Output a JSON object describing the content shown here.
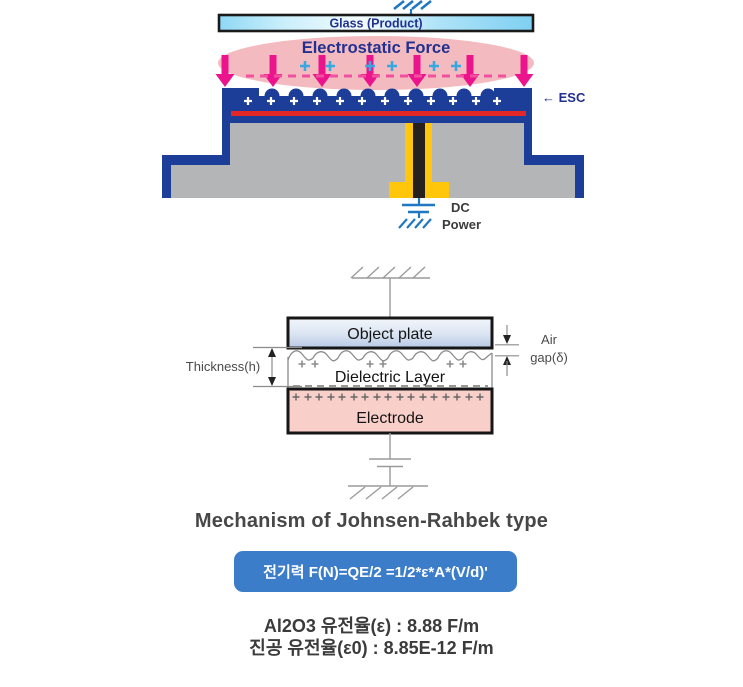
{
  "colors": {
    "esc_blue": "#1c3e99",
    "arrow_magenta": "#ec148c",
    "ellipse_pink": "#f3bbc0",
    "plus_cyan": "#36a9e1",
    "electrode_red_line": "#e32726",
    "base_gray": "#b3b5b7",
    "power_yellow": "#ffc60b",
    "ground_symbol_blue": "#1f78c1",
    "navy_text": "#22308f",
    "formula_box_blue": "#3c7dc9",
    "electrode_pink": "#f9cfc9"
  },
  "top_diagram": {
    "glass_label": "Glass (Product)",
    "force_label": "Electrostatic Force",
    "esc_label": "← ESC",
    "dc_power_label_line1": "DC",
    "dc_power_label_line2": "Power"
  },
  "middle_diagram": {
    "object_plate_label": "Object plate",
    "dielectric_label": "Dielectric Layer",
    "electrode_label": "Electrode",
    "thickness_label": "Thickness(h)",
    "air_gap_line1": "Air",
    "air_gap_line2": "gap(δ)"
  },
  "caption": "Mechanism of Johnsen-Rahbek type",
  "formula": "전기력 F(N)=QE/2 =1/2*ε*A*(V/d)'",
  "notes": {
    "line1": "Al2O3 유전율(ε) : 8.88 F/m",
    "line2": "진공 유전율(ε0) : 8.85E-12 F/m"
  }
}
